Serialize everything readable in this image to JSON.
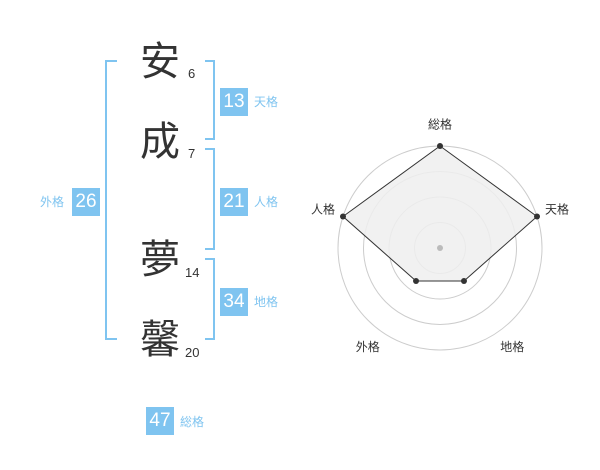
{
  "name": {
    "characters": [
      {
        "char": "安",
        "strokes": "6"
      },
      {
        "char": "成",
        "strokes": "7"
      },
      {
        "char": "夢",
        "strokes": "14"
      },
      {
        "char": "馨",
        "strokes": "20"
      }
    ]
  },
  "fortunes": {
    "ten": {
      "value": "13",
      "label": "天格"
    },
    "jin": {
      "value": "21",
      "label": "人格"
    },
    "chi": {
      "value": "34",
      "label": "地格"
    },
    "gai": {
      "value": "26",
      "label": "外格"
    },
    "sou": {
      "value": "47",
      "label": "総格"
    }
  },
  "colors": {
    "accent": "#7fc4f0",
    "text": "#333333",
    "radar_fill": "#eeeeee",
    "ring": "#cccccc"
  },
  "chart_data": {
    "type": "radar",
    "axes": [
      "総格",
      "天格",
      "地格",
      "外格",
      "人格"
    ],
    "values": [
      5,
      5,
      2,
      2,
      5
    ],
    "rmax": 5,
    "rings": 4,
    "grid": true
  }
}
